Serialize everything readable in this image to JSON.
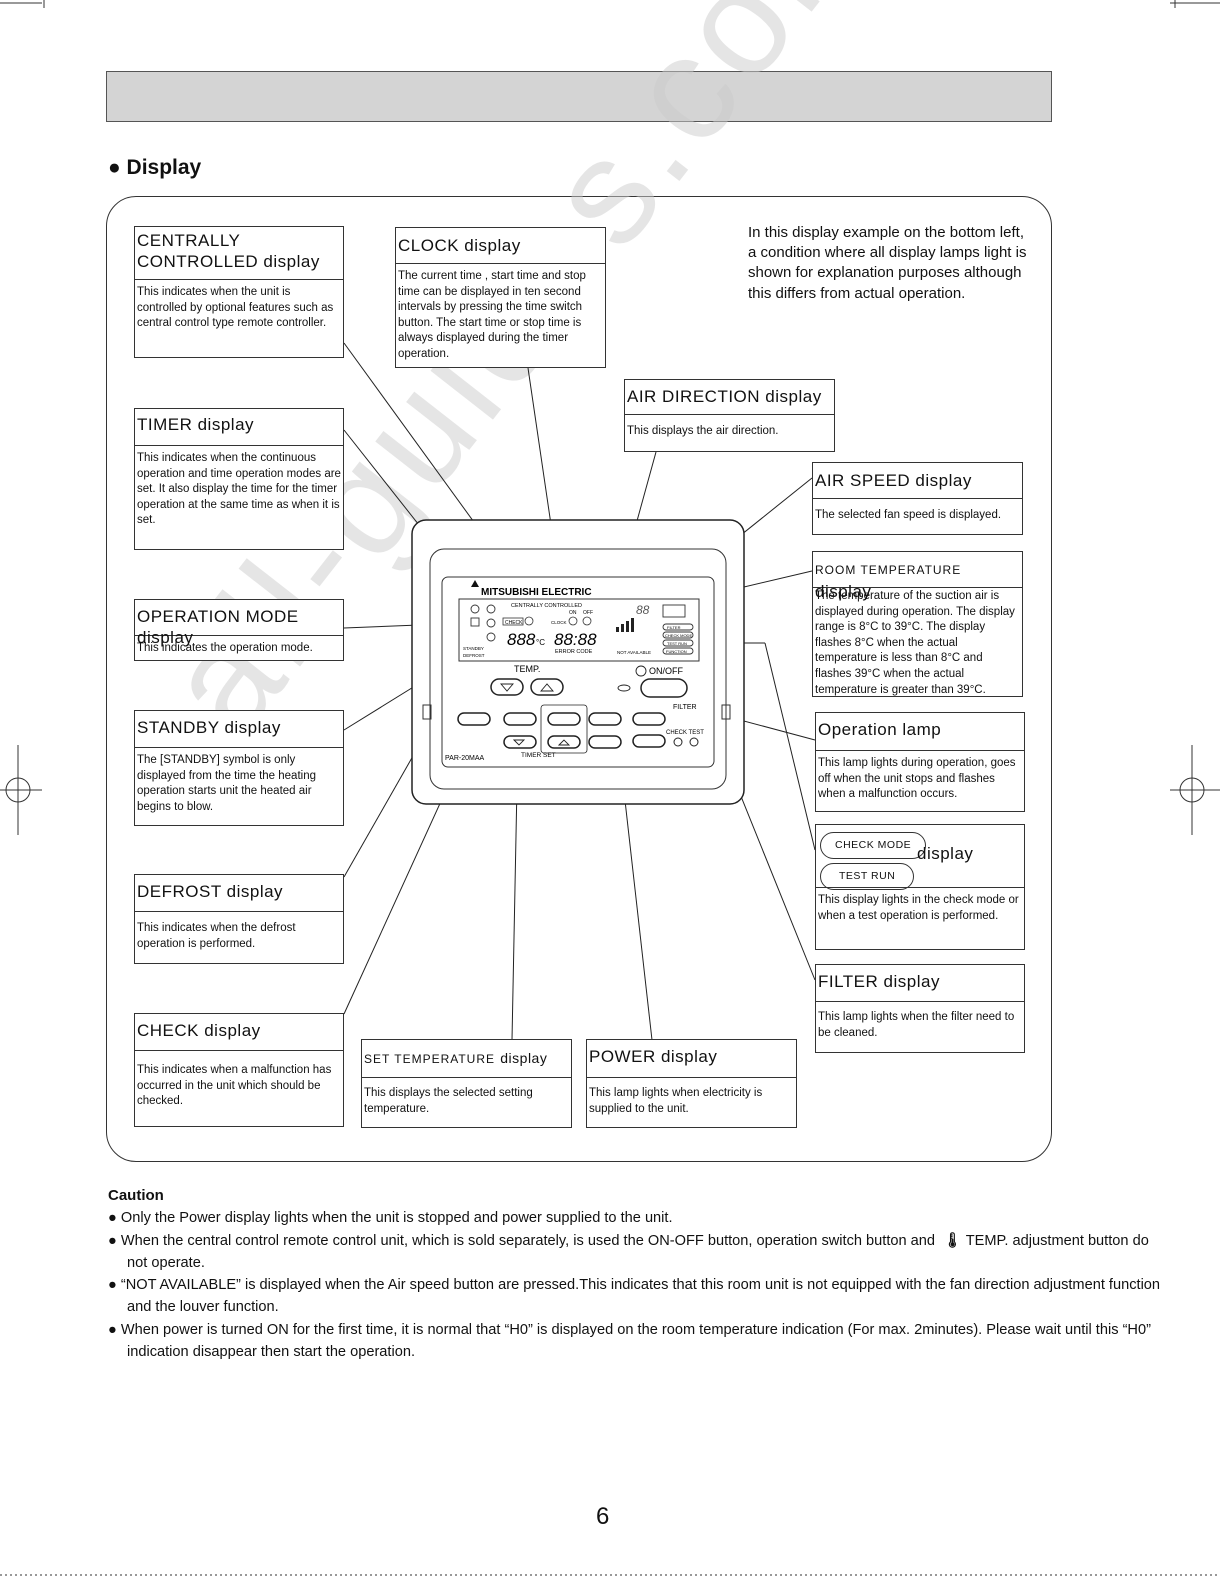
{
  "section_title": "Display",
  "intro": "In this display example on the bottom left, a condition where all display lamps light is shown for explanation purposes although this differs from actual operation.",
  "boxes": {
    "centrally": {
      "title_line1": "CENTRALLY",
      "title_line2": "CONTROLLED display",
      "body": "This indicates when the unit is controlled by optional features such as central control type remote controller."
    },
    "clock": {
      "title": "CLOCK  display",
      "body": "The current time , start time and stop time can be displayed in ten second intervals by pressing the time switch button. The start time or stop time is always displayed during the timer operation."
    },
    "air_direction": {
      "title": "AIR DIRECTION  display",
      "body": "This displays the air direction."
    },
    "air_speed": {
      "title": "AIR SPEED  display",
      "body": "The selected fan speed is displayed."
    },
    "room_temp": {
      "title_caps": "ROOM TEMPERATURE",
      "title_rest": "display",
      "body": "The temperature of the suction air is displayed during operation. The display range is 8°C to 39°C. The display flashes 8°C when the actual temperature is less than 8°C and flashes 39°C when the actual temperature is greater than 39°C."
    },
    "timer": {
      "title": "TIMER display",
      "body": "This indicates when the continuous operation and time operation modes are set. It also display the time for the timer operation at the same time as when it is set."
    },
    "operation_mode": {
      "title": "OPERATION MODE display",
      "body": "This indicates the operation mode."
    },
    "standby": {
      "title": "STANDBY display",
      "body": "The [STANDBY] symbol is only displayed from the time the heating operation starts unit the heated air begins to blow."
    },
    "operation_lamp": {
      "title": "Operation lamp",
      "body": "This lamp lights during operation, goes off when the unit stops and flashes when a malfunction occurs."
    },
    "check_mode": {
      "pill1": "CHECK MODE",
      "pill2": "TEST RUN",
      "title": "display",
      "body": "This display lights in the check mode or when a test operation is performed."
    },
    "defrost": {
      "title": "DEFROST display",
      "body": "This indicates when the defrost operation is performed."
    },
    "filter": {
      "title": "FILTER display",
      "body": "This lamp lights when the filter need to be cleaned."
    },
    "check": {
      "title": "CHECK display",
      "body": "This indicates when a malfunction has occurred in the unit which should be checked."
    },
    "set_temp": {
      "title_caps": "SET TEMPERATURE",
      "title_rest": "display",
      "body": "This displays the selected setting temperature."
    },
    "power": {
      "title": "POWER display",
      "body": "This lamp lights when electricity is supplied to the unit."
    }
  },
  "remote": {
    "brand": "MITSUBISHI ELECTRIC",
    "centrally_controlled": "CENTRALLY CONTROLLED",
    "on": "ON",
    "off": "OFF",
    "check": "CHECK",
    "clock": "CLOCK",
    "temp_digits": "888",
    "celsius": "°C",
    "time_digits": "88:88",
    "error_code": "ERROR CODE",
    "not_available": "NOT AVAILABLE",
    "standby": "STANDBY",
    "defrost": "DEFROST",
    "temp_label": "TEMP.",
    "on_off": "ON/OFF",
    "filter": "FILTER",
    "check_test": "CHECK TEST",
    "model": "PAR-20MAA",
    "timer_set": "TIMER SET",
    "lcd_filter": "FILTER",
    "lcd_check_mode": "CHECK MODE",
    "lcd_test_run": "TEST RUN",
    "lcd_function": "FUNCTION",
    "air_temp_digits": "88"
  },
  "caution": {
    "title": "Caution",
    "items": [
      "Only the Power display lights when the unit is stopped and power supplied to the unit.",
      "When the central control remote control unit, which is sold separately, is used the ON-OFF button, operation switch button and",
      "TEMP. adjustment button do not operate.",
      "“NOT AVAILABLE” is displayed when the Air speed button are pressed.This indicates that this room unit is not equipped with the fan direction adjustment function and the louver function.",
      "When power is turned ON for the first time, it is normal that “H0” is displayed on the room temperature indication (For max. 2minutes). Please wait until this “H0” indication disappear then start the operation."
    ]
  },
  "watermark": "all-guides.com",
  "page_number": "6"
}
